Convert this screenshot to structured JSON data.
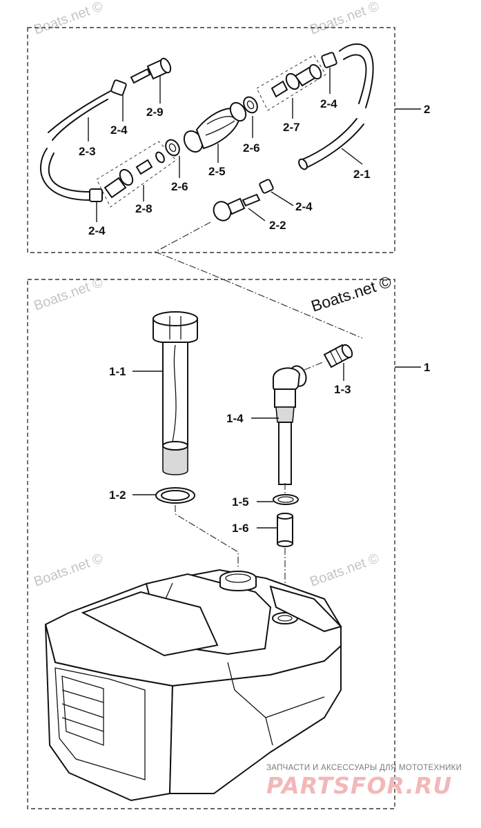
{
  "watermarks": {
    "corner": "Boats.net ©",
    "main": "Boats.net ©"
  },
  "groups": [
    {
      "id": "2",
      "label": "2"
    },
    {
      "id": "1",
      "label": "1"
    }
  ],
  "callouts": [
    {
      "id": "2-9",
      "label": "2-9"
    },
    {
      "id": "2-4a",
      "label": "2-4"
    },
    {
      "id": "2-3",
      "label": "2-3"
    },
    {
      "id": "2-4b",
      "label": "2-4"
    },
    {
      "id": "2-8",
      "label": "2-8"
    },
    {
      "id": "2-6a",
      "label": "2-6"
    },
    {
      "id": "2-5",
      "label": "2-5"
    },
    {
      "id": "2-6b",
      "label": "2-6"
    },
    {
      "id": "2-7",
      "label": "2-7"
    },
    {
      "id": "2-4c",
      "label": "2-4"
    },
    {
      "id": "2-1",
      "label": "2-1"
    },
    {
      "id": "2-4d",
      "label": "2-4"
    },
    {
      "id": "2-2",
      "label": "2-2"
    },
    {
      "id": "1-1",
      "label": "1-1"
    },
    {
      "id": "1-2",
      "label": "1-2"
    },
    {
      "id": "1-3",
      "label": "1-3"
    },
    {
      "id": "1-4",
      "label": "1-4"
    },
    {
      "id": "1-5",
      "label": "1-5"
    },
    {
      "id": "1-6",
      "label": "1-6"
    }
  ],
  "brand": {
    "tagline": "ЗАПЧАСТИ И АКСЕССУАРЫ ДЛЯ МОТОТЕХНИКИ",
    "name": "PARTSFOR.RU"
  }
}
